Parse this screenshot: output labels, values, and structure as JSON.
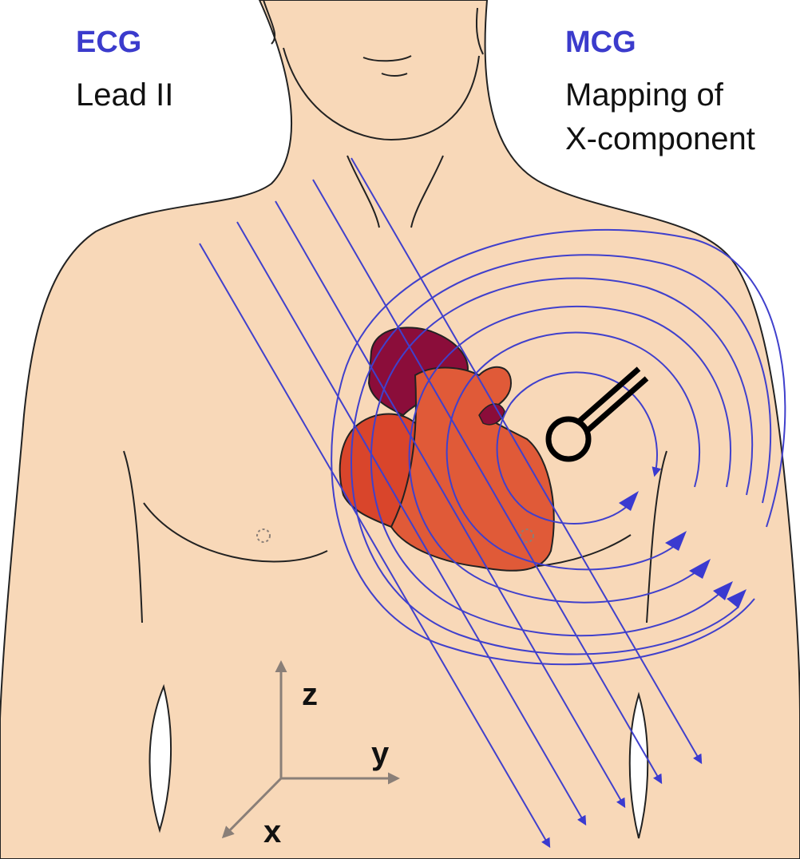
{
  "ecg": {
    "title": "ECG",
    "subtitle": "Lead II"
  },
  "mcg": {
    "title": "MCG",
    "subtitle_line1": "Mapping of",
    "subtitle_line2": "X-component"
  },
  "axes": {
    "z": "z",
    "y": "y",
    "x": "x"
  },
  "colors": {
    "skin": "#f8d8b8",
    "outline": "#222222",
    "field_lines": "#4040cc",
    "heading_blue": "#3b3bcc",
    "heart_dark": "#8b0d3a",
    "heart_red": "#d9452b",
    "heart_light": "#e05a38",
    "axis_gray": "#8a7f78"
  }
}
